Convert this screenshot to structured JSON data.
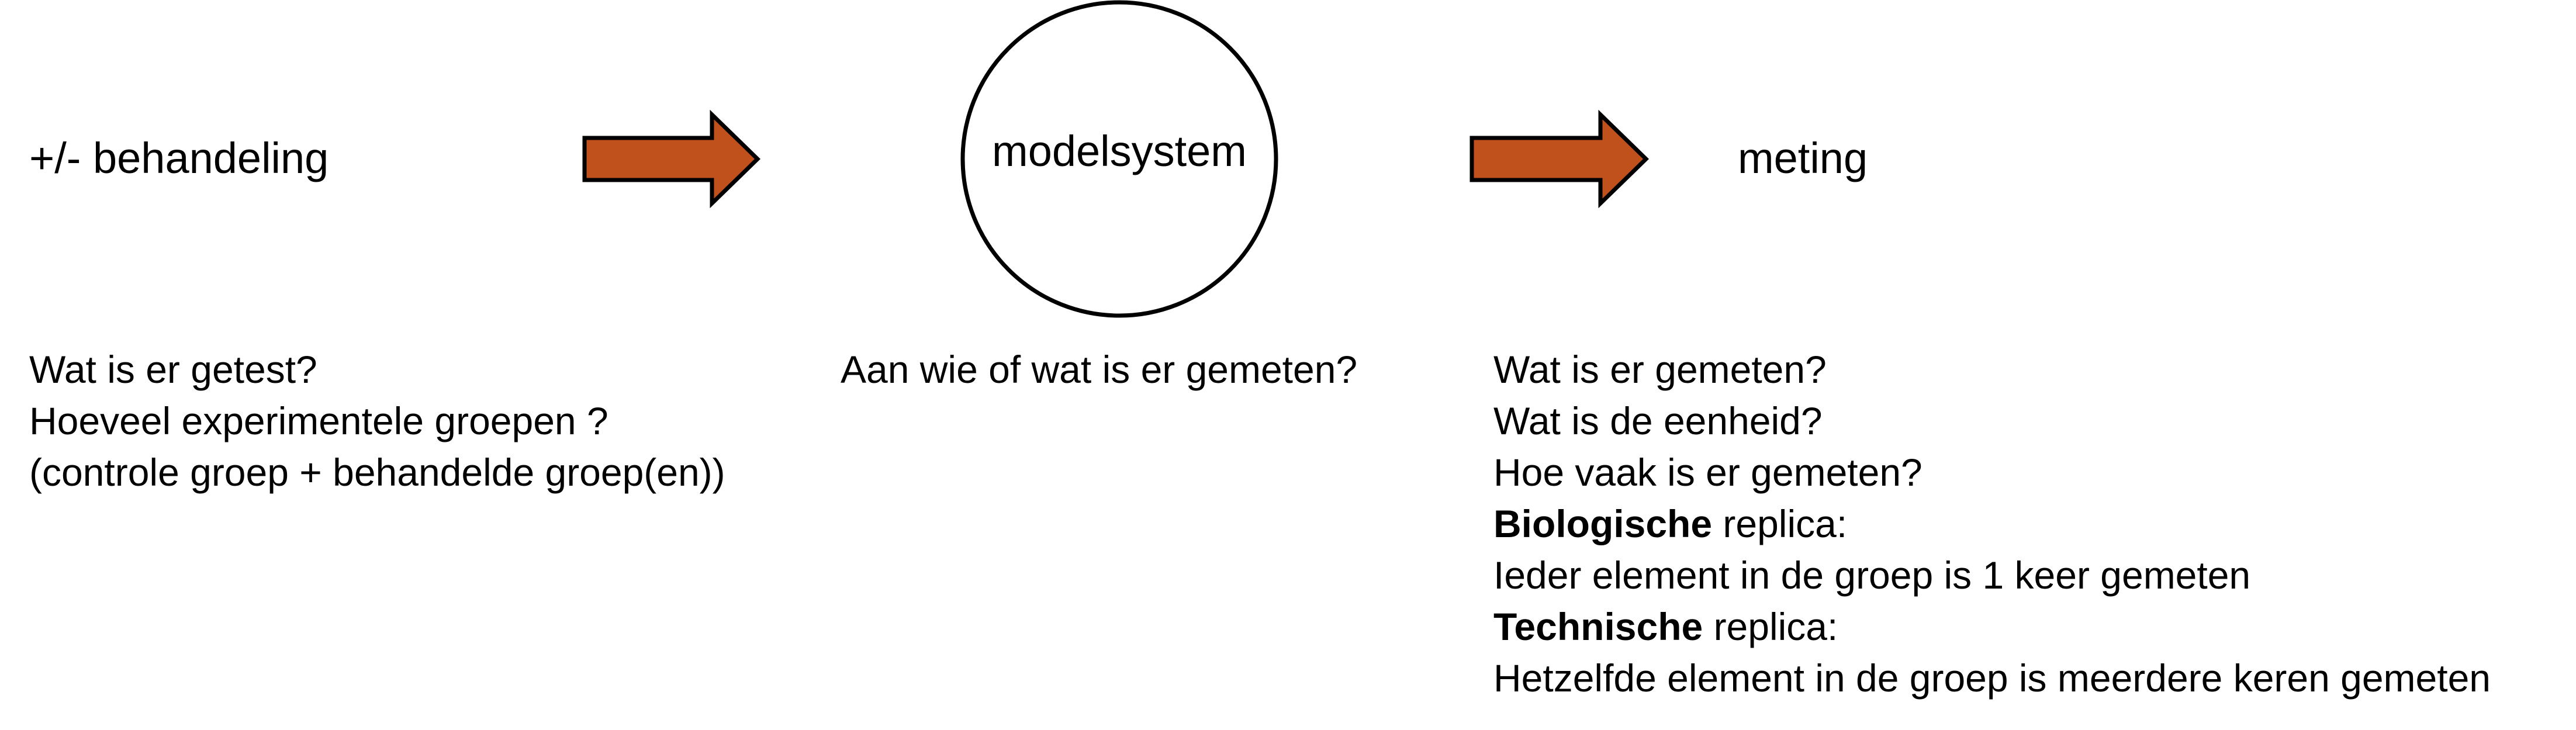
{
  "diagram": {
    "nodes": {
      "treatment_label": "+/- behandeling",
      "model_system_label": "modelsystem",
      "measurement_label": "meting"
    },
    "colors": {
      "arrow_fill": "#c0501c",
      "arrow_stroke": "#000000",
      "circle_stroke": "#000000"
    },
    "questions_left": [
      "Wat is er getest?",
      "Hoeveel experimentele groepen ?",
      "(controle groep + behandelde groep(en))"
    ],
    "questions_middle": [
      "Aan wie of wat is er gemeten?"
    ],
    "questions_right": {
      "line1": "Wat is er gemeten?",
      "line2": "Wat is de eenheid?",
      "line3": "Hoe vaak is er gemeten?",
      "bio_bold": "Biologische",
      "bio_rest": " replica:",
      "bio_desc": "Ieder element in de groep is 1 keer gemeten",
      "tech_bold": "Technische",
      "tech_rest": " replica:",
      "tech_desc": "Hetzelfde element in de groep is meerdere keren gemeten"
    }
  }
}
